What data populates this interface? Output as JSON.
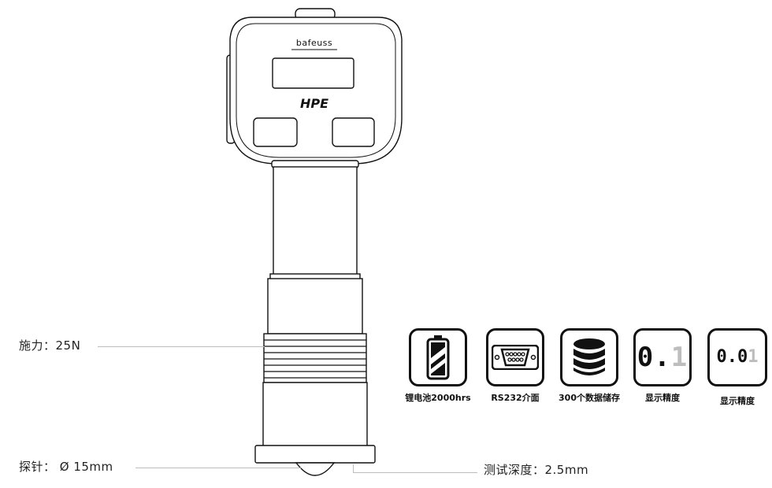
{
  "device": {
    "brand": "bafeuss",
    "model": "HPE"
  },
  "specs": {
    "force": "施力：25N",
    "probe": "探针： Ø 15mm",
    "depth": "测试深度：2.5mm"
  },
  "features": [
    {
      "icon": "battery-icon",
      "caption": "锂电池2000hrs"
    },
    {
      "icon": "serial-port-icon",
      "caption": "RS232介面"
    },
    {
      "icon": "database-icon",
      "caption": "300个数据储存"
    },
    {
      "icon": "display-precision-icon",
      "caption": "显示精度",
      "readout_main": "0.",
      "readout_dim": "1"
    },
    {
      "icon": "display-precision-icon",
      "caption": "显示精度",
      "readout_main": "0.0",
      "readout_dim": "1"
    }
  ],
  "colors": {
    "outline": "#111111",
    "body_fill": "#ffffff",
    "leader_line": "#bdbdbd"
  }
}
